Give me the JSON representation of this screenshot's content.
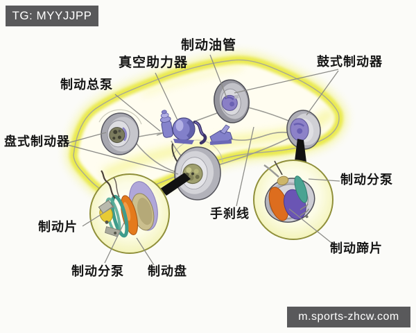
{
  "watermarks": {
    "top_left": "TG: MYYJJPP",
    "bottom_right": "m.sports-zhcw.com"
  },
  "labels": {
    "brake_oil_pipe": "制动油管",
    "vacuum_booster": "真空助力器",
    "brake_master_cylinder": "制动总泵",
    "drum_brake": "鼓式制动器",
    "disc_brake": "盘式制动器",
    "brake_pad": "制动片",
    "wheel_cylinder_front": "制动分泵",
    "brake_disc": "制动盘",
    "handbrake_cable": "手刹线",
    "wheel_cylinder_rear": "制动分泵",
    "brake_shoe": "制动蹄片"
  },
  "colors": {
    "watermark_bg": "#59595b",
    "watermark_text": "#ffffff",
    "car_highlight": "#e9e94a",
    "label_text": "#151515",
    "leader_line": "#8c8c88",
    "component_purple": "#8280ca",
    "disc_orange": "#e47a1c",
    "ring_teal": "#3f9c8c",
    "pad_yellow": "#e8ca34",
    "hub_tan": "#cbbf8e",
    "shoe_purple": "#6a55b4"
  }
}
